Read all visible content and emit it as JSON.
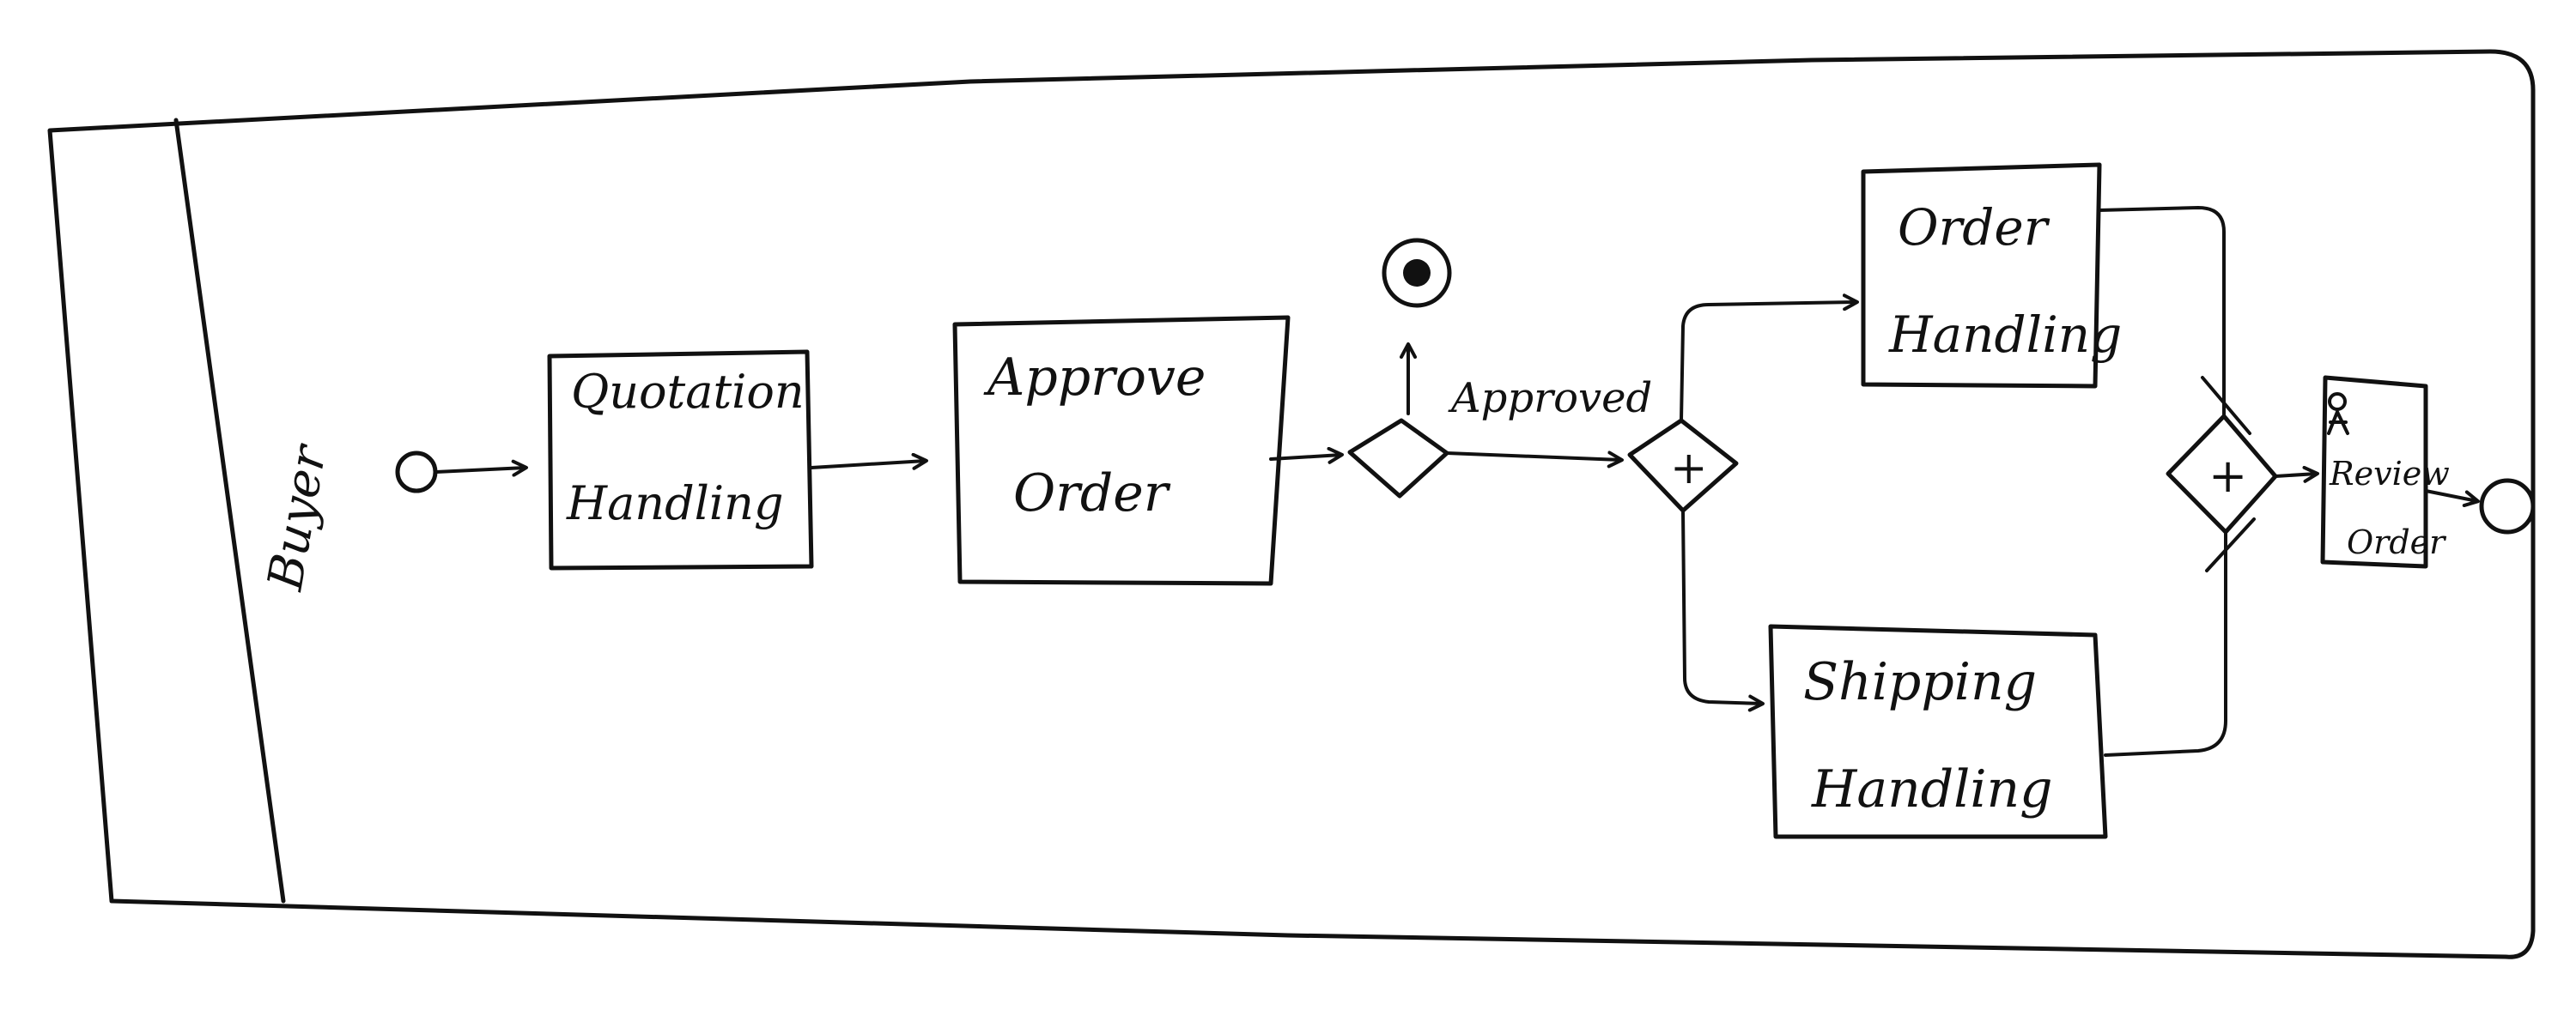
{
  "diagram": {
    "notation": "BPMN",
    "pool": {
      "lane_label": "Buyer"
    },
    "tasks": {
      "quotation": {
        "line1": "Quotation",
        "line2": "Handling"
      },
      "approve": {
        "line1": "Approve",
        "line2": "Order"
      },
      "order": {
        "line1": "Order",
        "line2": "Handling"
      },
      "shipping": {
        "line1": "Shipping",
        "line2": "Handling"
      },
      "review": {
        "line1": "Review",
        "line2": "Order"
      }
    },
    "gateways": {
      "parallel_split_symbol": "+",
      "parallel_join_symbol": "+"
    },
    "flows": {
      "approved_label": "Approved"
    },
    "colors": {
      "ink": "#111111",
      "background": "#ffffff"
    }
  }
}
